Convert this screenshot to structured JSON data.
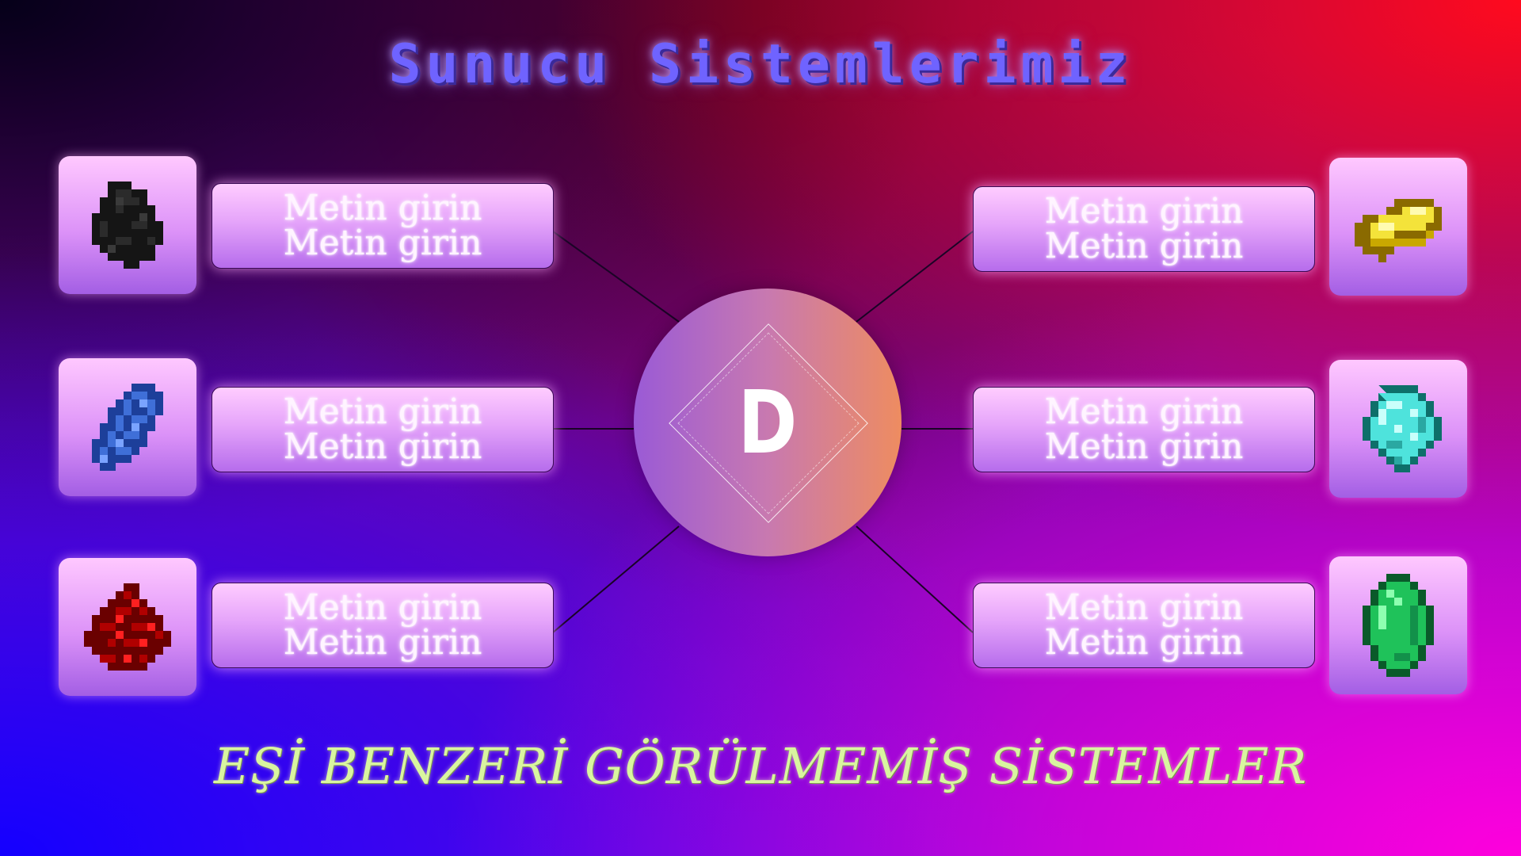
{
  "title": "Sunucu Sistemlerimiz",
  "subtitle": "EŞİ BENZERİ GÖRÜLMEMİŞ SİSTEMLER",
  "logo": {
    "letter": "D"
  },
  "items": [
    {
      "icon": "coal-icon",
      "line1": "Metin girin",
      "line2": "Metin girin"
    },
    {
      "icon": "lapis-icon",
      "line1": "Metin girin",
      "line2": "Metin girin"
    },
    {
      "icon": "redstone-icon",
      "line1": "Metin girin",
      "line2": "Metin girin"
    },
    {
      "icon": "gold-ingot-icon",
      "line1": "Metin girin",
      "line2": "Metin girin"
    },
    {
      "icon": "diamond-icon",
      "line1": "Metin girin",
      "line2": "Metin girin"
    },
    {
      "icon": "emerald-icon",
      "line1": "Metin girin",
      "line2": "Metin girin"
    }
  ],
  "colors": {
    "title": "#6f63ff",
    "subtitle": "#d9f5a0",
    "box": "#e5a4fa"
  }
}
